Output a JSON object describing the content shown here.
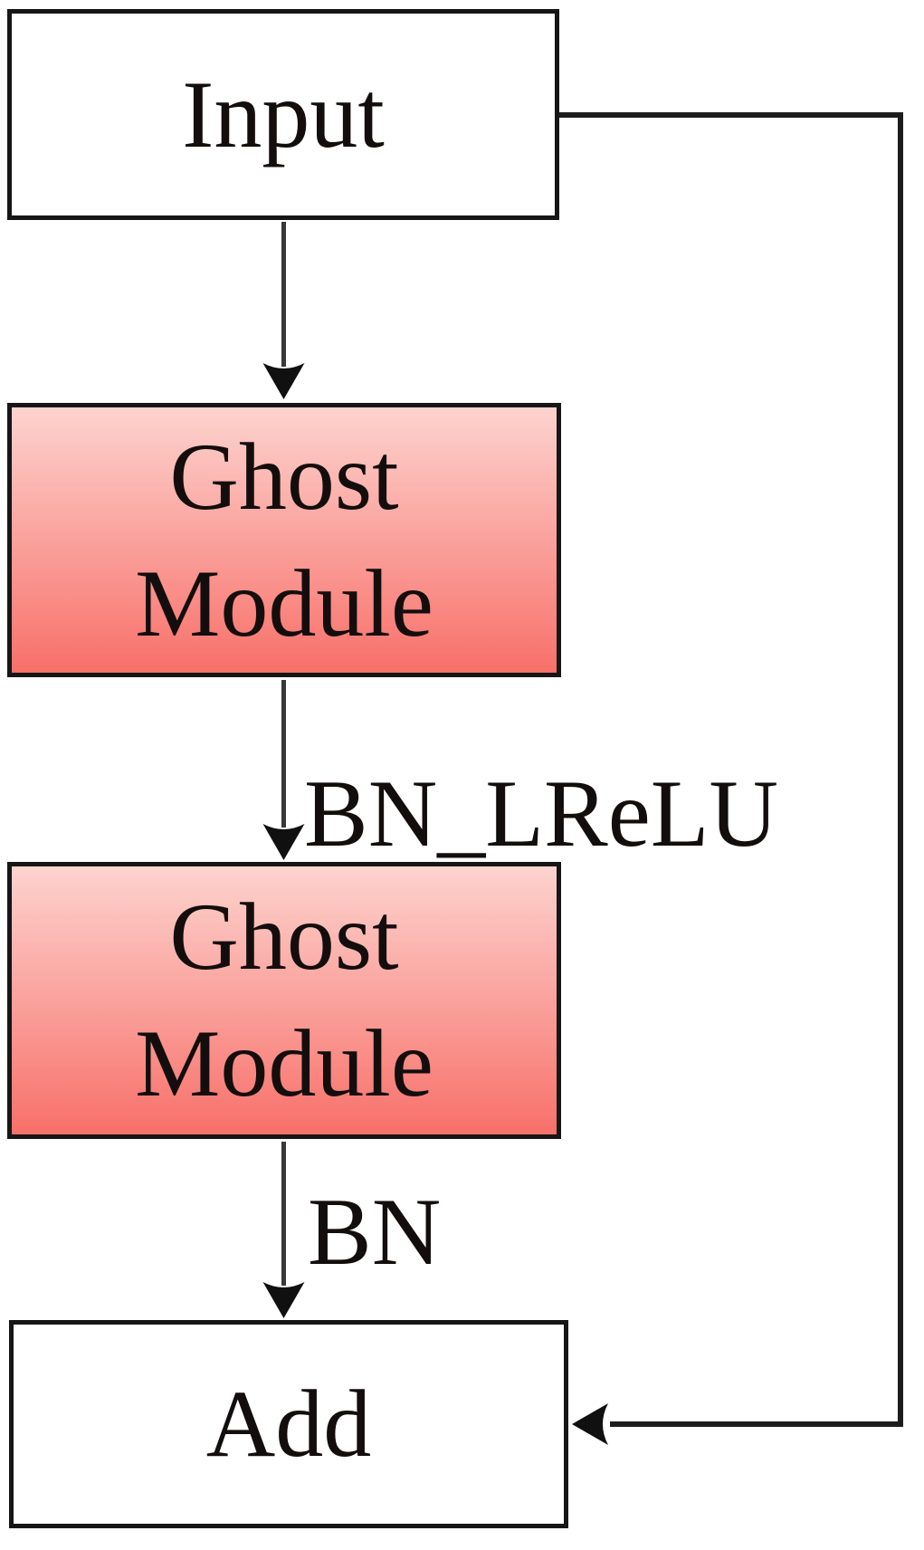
{
  "nodes": {
    "input": {
      "label": "Input"
    },
    "ghost_module_1": {
      "line1": "Ghost",
      "line2": "Module"
    },
    "ghost_module_2": {
      "line1": "Ghost",
      "line2": "Module"
    },
    "add": {
      "label": "Add"
    }
  },
  "edge_labels": {
    "ghost1_to_ghost2": "BN_LReLU",
    "ghost2_to_add": "BN"
  },
  "colors": {
    "box_border": "#161616",
    "node_fill": "#ffffff",
    "ghost_gradient_top": "#fdd3ce",
    "ghost_gradient_bottom": "#f8706a",
    "connector_line": "#383838",
    "skip_line": "#1d1d1d",
    "arrowhead": "#101010",
    "text": "#130e0d"
  }
}
